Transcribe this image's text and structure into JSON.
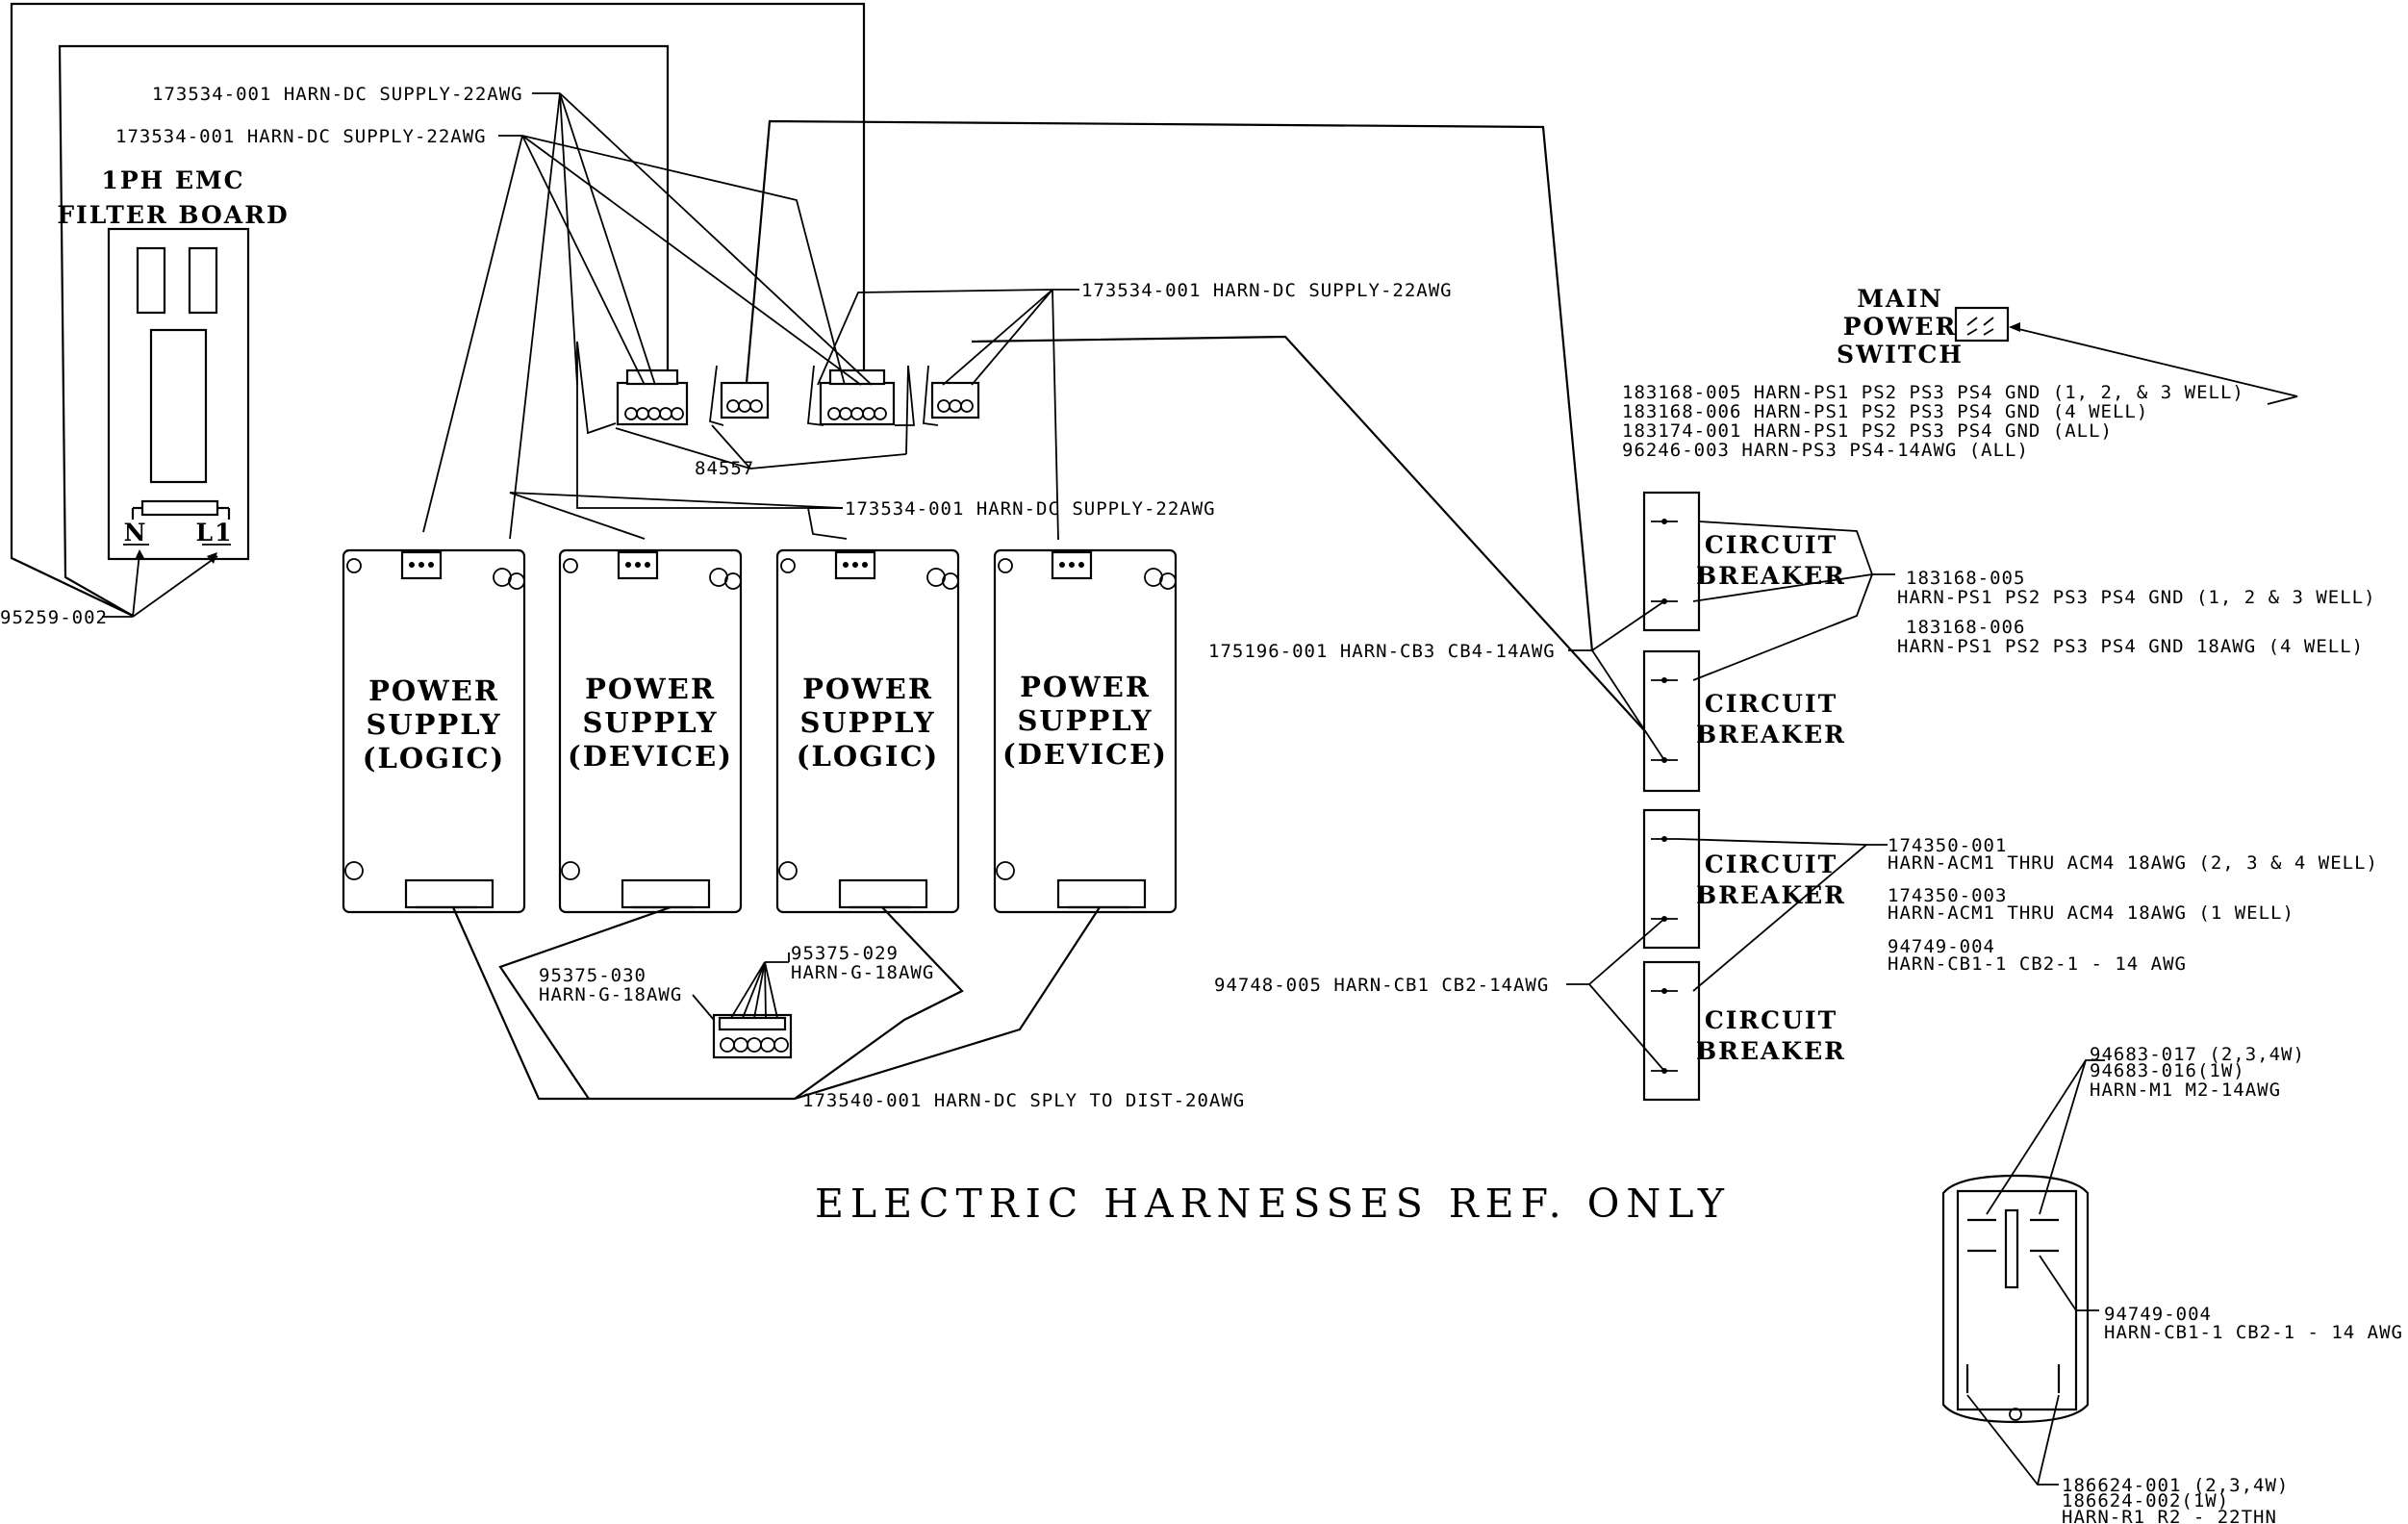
{
  "title": "ELECTRIC HARNESSES REF. ONLY",
  "filter_board": {
    "title_line1": "1PH EMC",
    "title_line2": "FILTER BOARD",
    "terminal_n": "N",
    "terminal_l1": "L1"
  },
  "main_switch": {
    "line1": "MAIN",
    "line2": "POWER",
    "line3": "SWITCH"
  },
  "power_supplies": [
    {
      "line1": "POWER",
      "line2": "SUPPLY",
      "line3": "(LOGIC)"
    },
    {
      "line1": "POWER",
      "line2": "SUPPLY",
      "line3": "(DEVICE)"
    },
    {
      "line1": "POWER",
      "line2": "SUPPLY",
      "line3": "(LOGIC)"
    },
    {
      "line1": "POWER",
      "line2": "SUPPLY",
      "line3": "(DEVICE)"
    }
  ],
  "circuit_breakers": [
    {
      "line1": "CIRCUIT",
      "line2": "BREAKER"
    },
    {
      "line1": "CIRCUIT",
      "line2": "BREAKER"
    },
    {
      "line1": "CIRCUIT",
      "line2": "BREAKER"
    },
    {
      "line1": "CIRCUIT",
      "line2": "BREAKER"
    }
  ],
  "labels": {
    "dc_supply_1": "173534-001 HARN-DC SUPPLY-22AWG",
    "dc_supply_2": "173534-001 HARN-DC SUPPLY-22AWG",
    "dc_supply_3": "173534-001 HARN-DC SUPPLY-22AWG",
    "dc_supply_4": "173534-001 HARN-DC SUPPLY-22AWG",
    "connector_part": "84557",
    "filter_part": "95259-002",
    "ps_gnd_a": "183168-005 HARN-PS1 PS2 PS3 PS4 GND  (1, 2, & 3 WELL)",
    "ps_gnd_b": "183168-006 HARN-PS1 PS2 PS3 PS4 GND  (4 WELL)",
    "ps_gnd_c": "183174-001 HARN-PS1 PS2 PS3 PS4 GND (ALL)",
    "ps_gnd_d": "96246-003  HARN-PS3 PS4-14AWG (ALL)",
    "cb_right_1a": "183168-005",
    "cb_right_1b": "HARN-PS1 PS2 PS3 PS4 GND  (1, 2 & 3 WELL)",
    "cb_right_2a": "183168-006",
    "cb_right_2b": "HARN-PS1 PS2 PS3 PS4 GND 18AWG  (4 WELL)",
    "cb3_cb4": "175196-001 HARN-CB3 CB4-14AWG",
    "acm_1a": "174350-001",
    "acm_1b": "HARN-ACM1 THRU ACM4 18AWG  (2, 3 & 4 WELL)",
    "acm_2a": "174350-003",
    "acm_2b": "HARN-ACM1 THRU ACM4 18AWG  (1 WELL)",
    "cb1_a": "94749-004",
    "cb1_b": "HARN-CB1-1 CB2-1 - 14 AWG",
    "cb1_cb2": "94748-005 HARN-CB1 CB2-14AWG",
    "g030_a": "95375-030",
    "g030_b": "HARN-G-18AWG",
    "g029_a": "95375-029",
    "g029_b": "HARN-G-18AWG",
    "dist": "173540-001 HARN-DC SPLY TO DIST-20AWG",
    "m_a": "94683-017 (2,3,4W)",
    "m_b": "94683-016(1W)",
    "m_c": "HARN-M1 M2-14AWG",
    "relay_cb_a": "94749-004",
    "relay_cb_b": "HARN-CB1-1 CB2-1 - 14 AWG",
    "r_a": "186624-001 (2,3,4W)",
    "r_b": "186624-002(1W)",
    "r_c": "HARN-R1 R2 - 22THN"
  }
}
